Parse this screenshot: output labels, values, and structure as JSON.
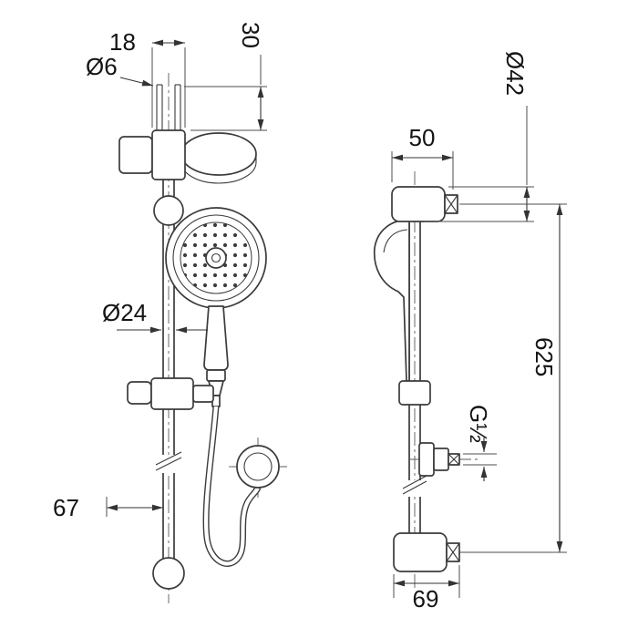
{
  "drawing": {
    "type": "technical-dimension-drawing",
    "subject": "shower slide bar set with hand shower, front and side views",
    "colors": {
      "line": "#3b3b3b",
      "background": "#ffffff",
      "text": "#141414"
    },
    "front_view": {
      "dim_pipe_spacing": "18",
      "dim_pipe_diameter": "Ø6",
      "dim_top_height": "30",
      "dim_bar_diameter": "Ø24",
      "dim_bottom_offset": "67"
    },
    "side_view": {
      "dim_top_depth": "50",
      "dim_cap_diameter": "Ø42",
      "dim_bar_length": "625",
      "dim_thread_size": "G½",
      "dim_bottom_depth": "69"
    }
  }
}
